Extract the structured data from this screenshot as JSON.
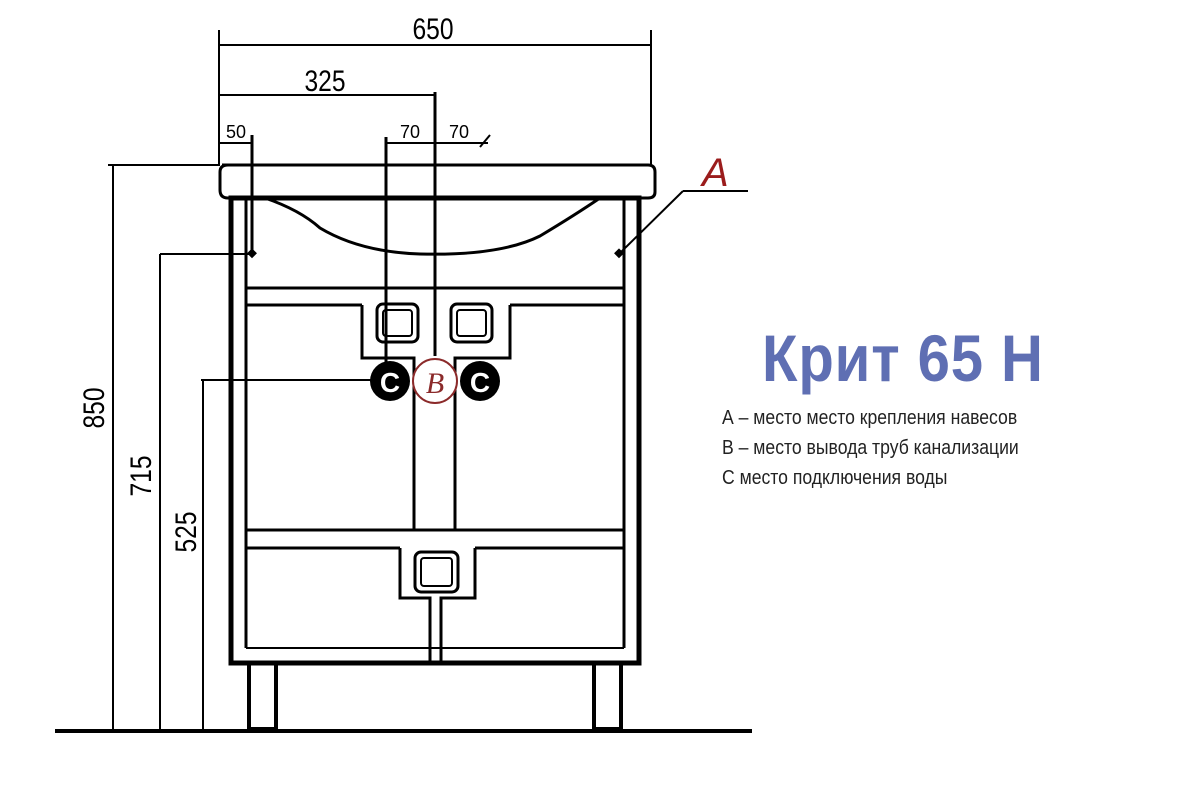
{
  "dimensions": {
    "overall_width": "650",
    "half_width": "325",
    "mount_offset": "50",
    "pipe_offset_left": "70",
    "pipe_offset_right": "70",
    "total_height": "850",
    "mount_height": "715",
    "drain_height": "525"
  },
  "markers": {
    "mount_point": "A",
    "drain_point": "B",
    "water_left": "C",
    "water_right": "C"
  },
  "title": "Крит 65 Н",
  "legend": [
    "А – место место крепления навесов",
    "В – место вывода труб канализации",
    "С    место подключения воды"
  ],
  "colors": {
    "title": "#5f6fb3",
    "marker_a": "#9b1c1c",
    "marker_b": "#8b2a2a",
    "line": "#000000"
  }
}
